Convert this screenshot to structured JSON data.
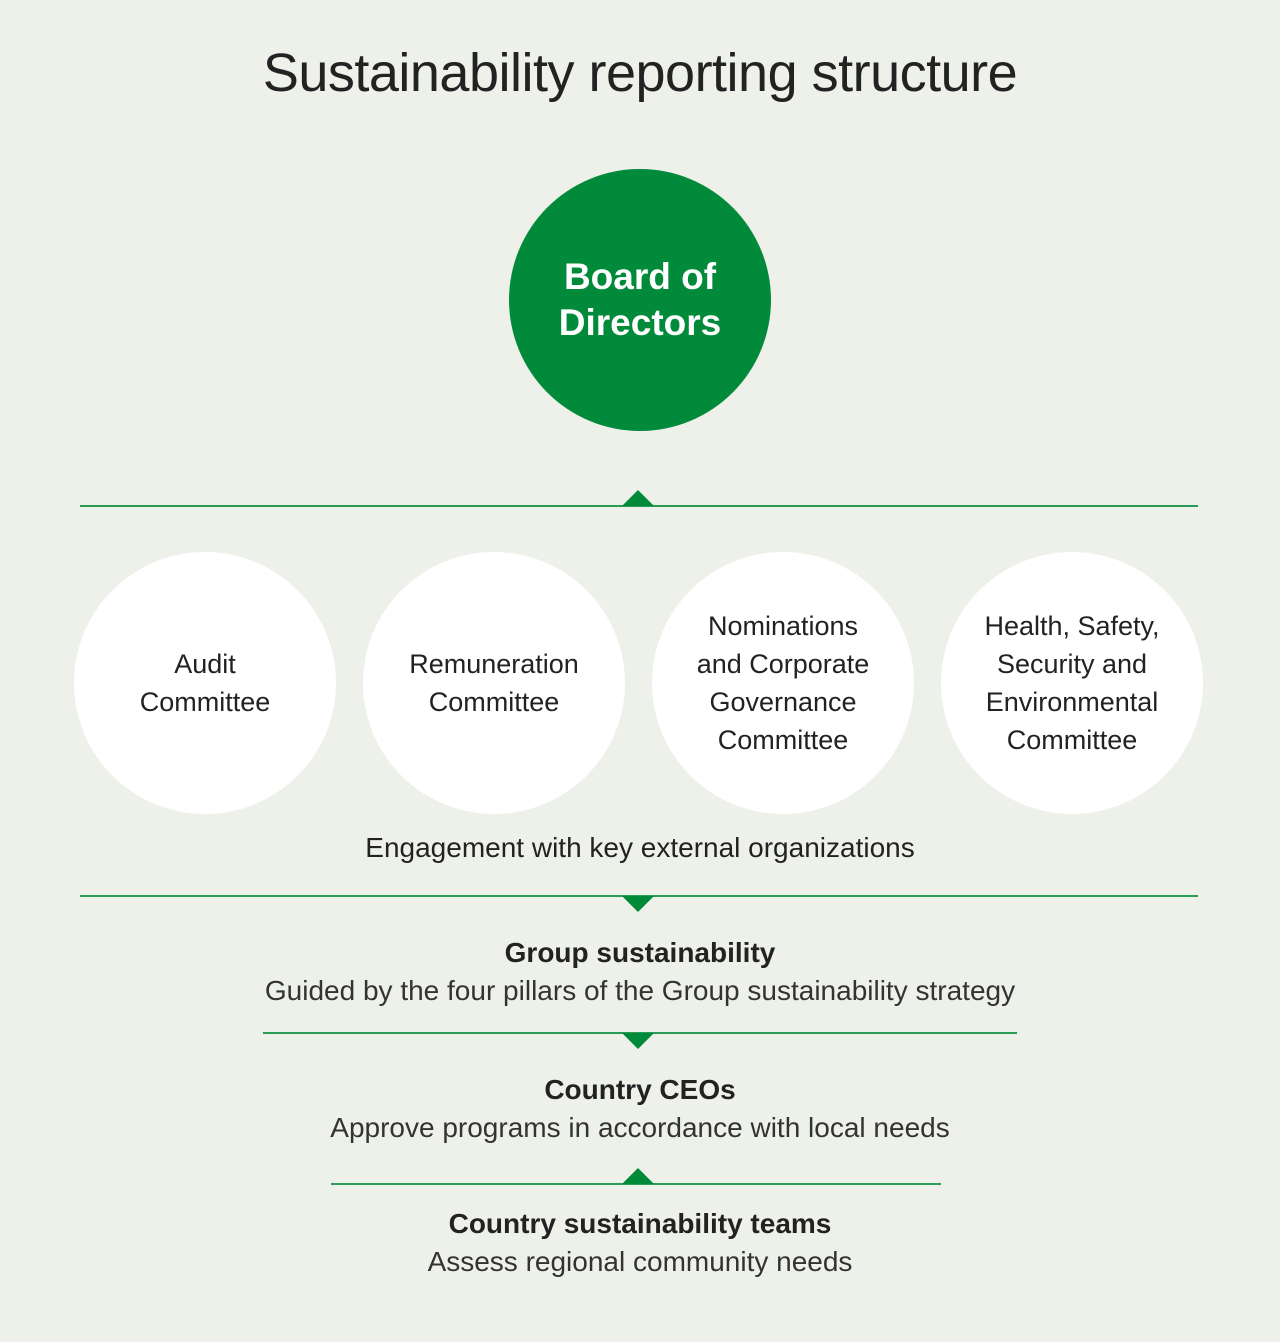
{
  "title": "Sustainability reporting structure",
  "board": "Board of\nDirectors",
  "committees": [
    "Audit\nCommittee",
    "Remuneration\nCommittee",
    "Nominations\nand Corporate\nGovernance\nCommittee",
    "Health, Safety,\nSecurity and\nEnvironmental\nCommittee"
  ],
  "engagement": "Engagement with key external organizations",
  "levels": [
    {
      "title": "Group sustainability",
      "subtitle": "Guided by the four pillars of the Group sustainability strategy"
    },
    {
      "title": "Country CEOs",
      "subtitle": "Approve programs in accordance with local needs"
    },
    {
      "title": "Country sustainability teams",
      "subtitle": "Assess regional community needs"
    }
  ],
  "colors": {
    "green": "#008a3a",
    "background": "#edf1ea"
  }
}
